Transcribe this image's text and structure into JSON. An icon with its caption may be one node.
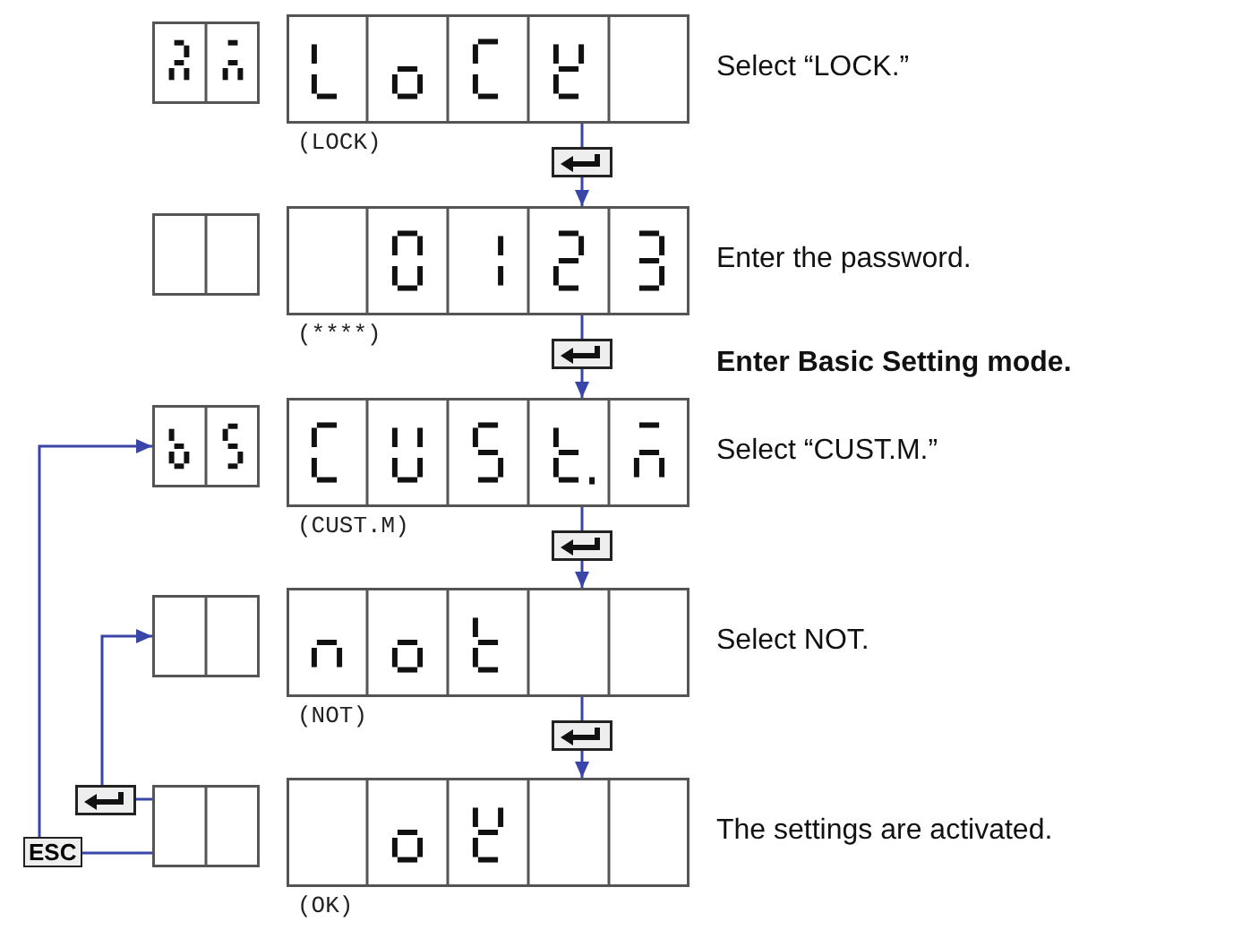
{
  "diagram": {
    "nodes": [
      {
        "text": [],
        "shape": "box"
      },
      {
        "text": [],
        "shape": "box",
        "beside": [
          "(LOCK)",
          "Select “LOCK.”"
        ]
      },
      {
        "text": [],
        "shape": "box"
      },
      {
        "text": [],
        "shape": "box",
        "beside": [
          "(****)",
          "Enter the password."
        ]
      },
      {
        "text": [],
        "shape": "box"
      },
      {
        "text": [],
        "shape": "box",
        "beside": [
          "(CUST.M)",
          "Select “CUST.M.”"
        ]
      },
      {
        "text": [],
        "shape": "box"
      },
      {
        "text": [],
        "shape": "box",
        "beside": [
          "(NOT)",
          "Select NOT."
        ]
      },
      {
        "text": [],
        "shape": "box"
      },
      {
        "text": [],
        "shape": "box",
        "beside": [
          "(OK)",
          "The settings are activated."
        ]
      }
    ],
    "edges": [
      {
        "from": 1,
        "to": 3,
        "arrow": "to"
      },
      {
        "from": 3,
        "to": 5,
        "arrow": "to"
      },
      {
        "from": 5,
        "to": 7,
        "arrow": "to"
      },
      {
        "from": 7,
        "to": 9,
        "arrow": "to"
      },
      {
        "from": 8,
        "to": 6,
        "arrow": "to"
      },
      {
        "from": 8,
        "to": 4,
        "arrow": "to",
        "label": "ESC"
      }
    ],
    "labels": [
      "Enter Basic Setting mode."
    ]
  }
}
